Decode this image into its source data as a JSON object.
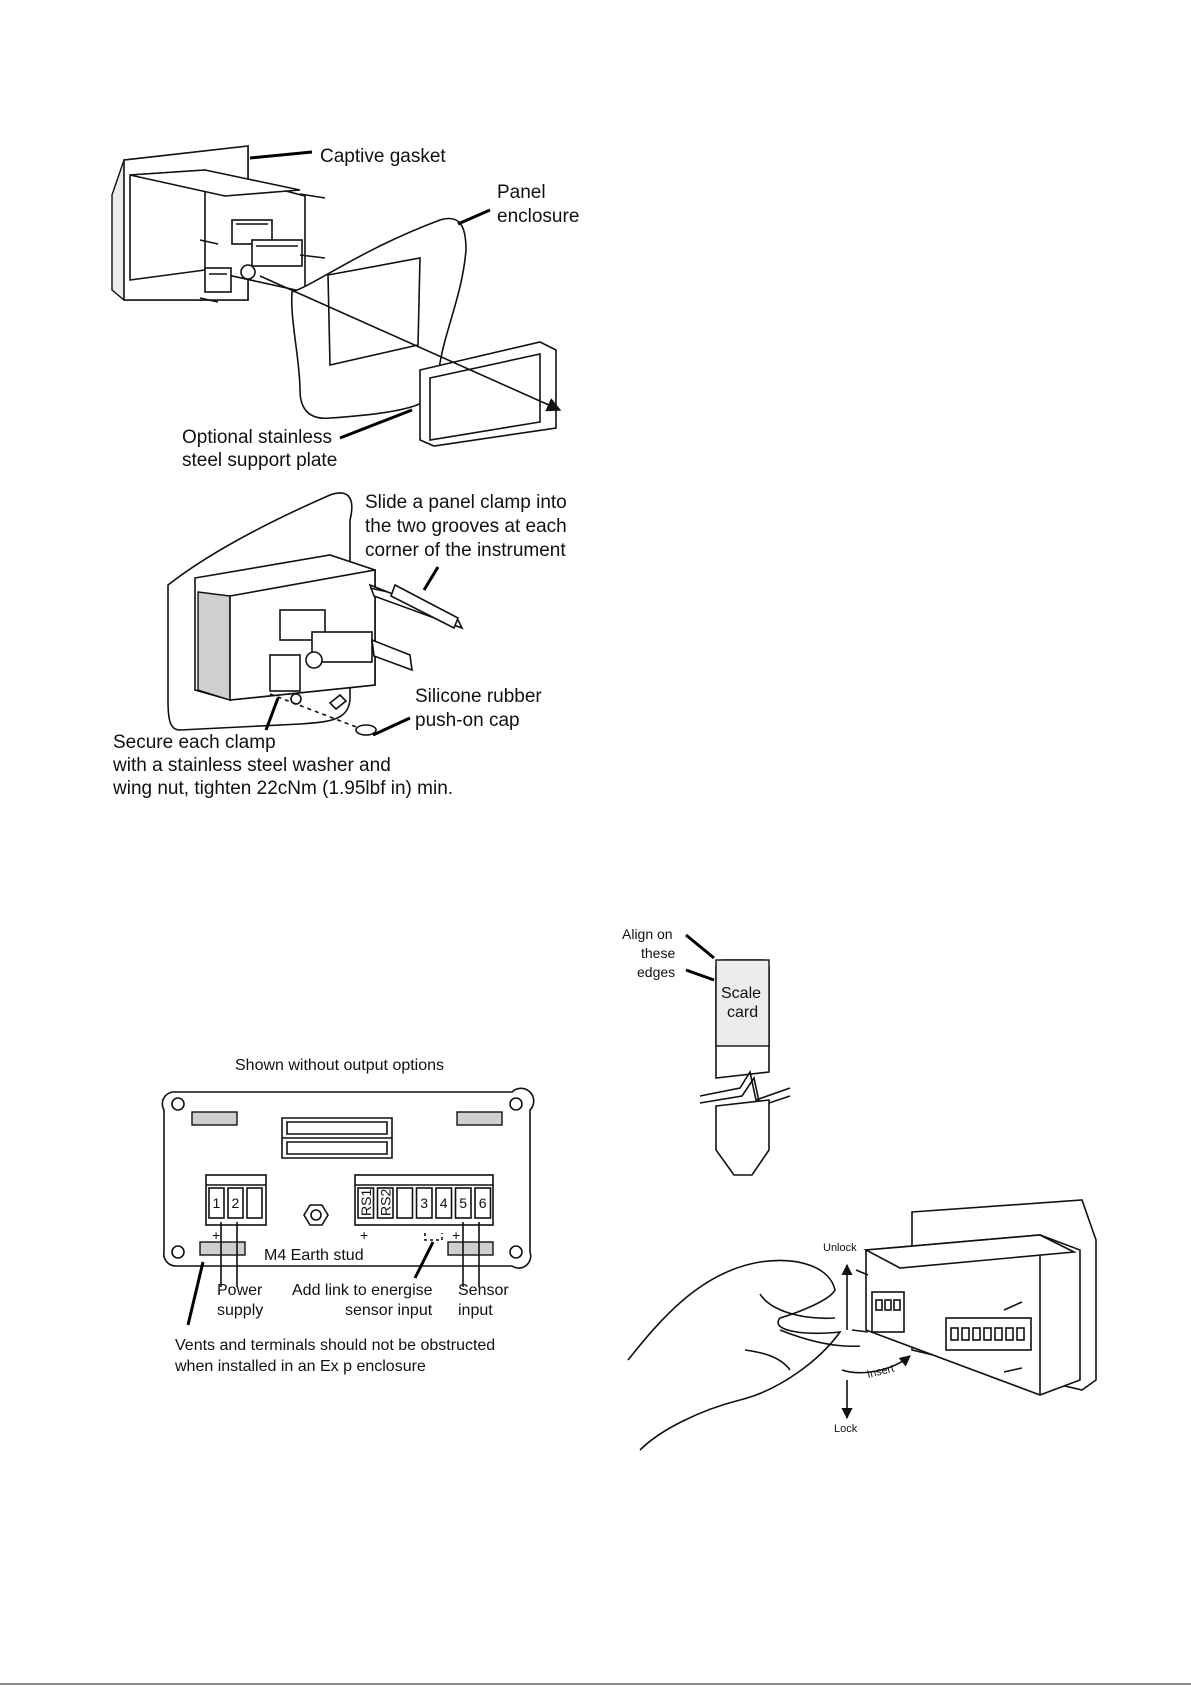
{
  "install": {
    "captive_gasket": "Captive gasket",
    "panel_line1": "Panel",
    "panel_line2": "enclosure",
    "optional_line1": "Optional stainless",
    "optional_line2": "steel support plate",
    "slide_line1": "Slide a panel clamp into",
    "slide_line2": "the two grooves at each",
    "slide_line3": "corner of the instrument",
    "silicone_line1": "Silicone rubber",
    "silicone_line2": "push-on cap",
    "secure_line1": "Secure each clamp",
    "secure_line2": "with a stainless steel washer and",
    "secure_line3": "wing nut, tighten 22cNm (1.95lbf in) min."
  },
  "terminals": {
    "caption": "Shown without output options",
    "left_terminals": [
      "1",
      "2",
      ""
    ],
    "right_terminals": [
      "RS1",
      "RS2",
      "",
      "3",
      "4",
      "5",
      "6"
    ],
    "plus": "+",
    "earth_stud": "M4 Earth stud",
    "power_line1": "Power",
    "power_line2": "supply",
    "link_line1": "Add link to energise",
    "link_line2": "sensor input",
    "sensor_line1": "Sensor",
    "sensor_line2": "input",
    "vents_line1": "Vents and terminals should not be obstructed",
    "vents_line2": "when installed in an Ex p enclosure"
  },
  "scale_card": {
    "align_line1": "Align on",
    "align_line2": "these",
    "align_line3": "edges",
    "card_line1": "Scale",
    "card_line2": "card",
    "unlock": "Unlock",
    "insert": "Insert",
    "lock": "Lock"
  }
}
